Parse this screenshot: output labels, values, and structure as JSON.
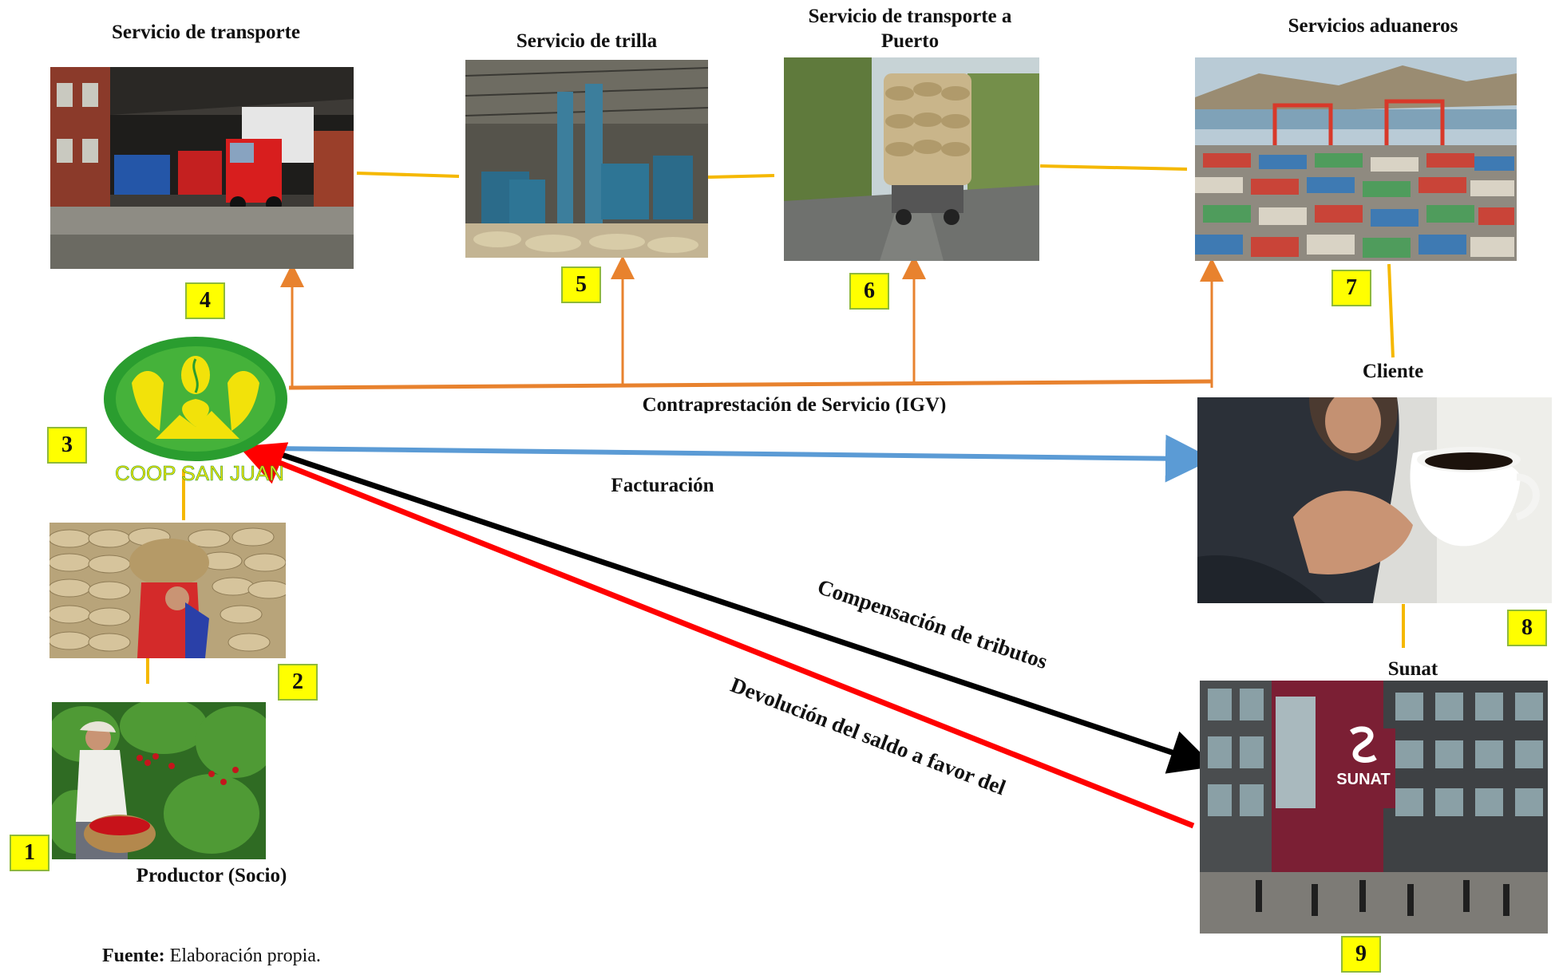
{
  "labels": {
    "transporte": "Servicio de transporte",
    "trilla": "Servicio de trilla",
    "transporte_puerto": "Servicio de transporte a Puerto",
    "aduaneros": "Servicios aduaneros",
    "cliente": "Cliente",
    "sunat": "Sunat",
    "productor": "Productor (Socio)",
    "contraprestacion": "Contraprestación de Servicio (IGV)",
    "facturacion": "Facturación",
    "compensacion": "Compensación de tributos",
    "devolucion": "Devolución del saldo a favor del"
  },
  "badges": [
    "1",
    "2",
    "3",
    "4",
    "5",
    "6",
    "7",
    "8",
    "9"
  ],
  "logo_text": "COOP SAN JUAN",
  "sunat_sign": "SUNAT",
  "source": {
    "label": "Fuente:",
    "text": "Elaboración propia."
  },
  "colors": {
    "yellow_line": "#f5b800",
    "orange_line": "#e8822e",
    "blue_line": "#5b9bd5",
    "black_line": "#000000",
    "red_line": "#ff0000",
    "badge_fill": "#ffff00",
    "logo_green": "#2a9d2f",
    "logo_yellow": "#f2e20a"
  }
}
